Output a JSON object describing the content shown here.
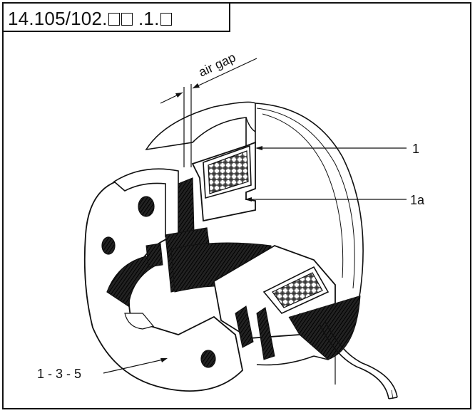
{
  "header": {
    "code_prefix": "14.105/102.",
    "code_mid": " .1.",
    "placeholder_boxes": 3
  },
  "labels": {
    "air_gap": "air gap",
    "part_1": "1",
    "part_1a": "1a",
    "part_1_3_5": "1 - 3 - 5"
  },
  "colors": {
    "line": "#111111",
    "background": "#ffffff"
  }
}
